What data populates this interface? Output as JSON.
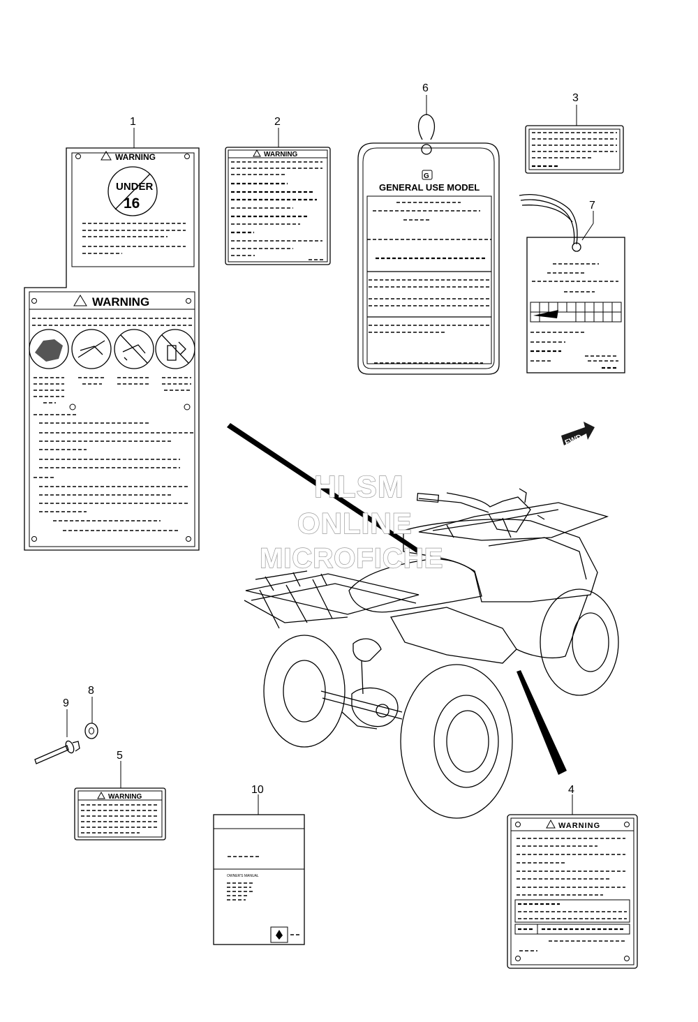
{
  "callouts": [
    "1",
    "2",
    "3",
    "4",
    "5",
    "6",
    "7",
    "8",
    "9",
    "10"
  ],
  "labels": {
    "warning": "WARNING",
    "under": "UNDER",
    "age": "16",
    "general_use_model": "GENERAL USE MODEL",
    "g_mark": "G",
    "fwd": "FWD",
    "manual_title": "OWNER'S MANUAL"
  },
  "watermark": {
    "line1": "HLSM",
    "line2": "ONLINE",
    "line3": "MICROFICHE"
  }
}
